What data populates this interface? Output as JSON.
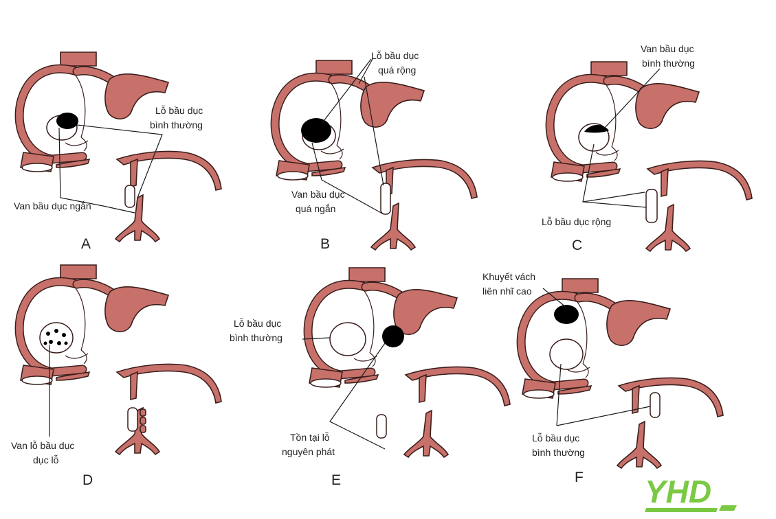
{
  "panels": {
    "A": {
      "letter": "A",
      "label_normal_1": "Lỗ bầu dục",
      "label_normal_2": "bình thường",
      "label_valve": "Van bầu dục ngắn"
    },
    "B": {
      "letter": "B",
      "label_wide_1": "Lỗ bầu dục",
      "label_wide_2": "quá rộng",
      "label_valve_1": "Van bầu dục",
      "label_valve_2": "quá ngắn"
    },
    "C": {
      "letter": "C",
      "label_valve_1": "Van bầu dục",
      "label_valve_2": "bình thường",
      "label_hole": "Lỗ bầu dục rộng"
    },
    "D": {
      "letter": "D",
      "label_1": "Van lỗ bầu dục",
      "label_2": "dục lỗ"
    },
    "E": {
      "letter": "E",
      "label_normal_1": "Lỗ bầu dục",
      "label_normal_2": "bình thường",
      "label_primum_1": "Tồn tại lỗ",
      "label_primum_2": "nguyên phát"
    },
    "F": {
      "letter": "F",
      "label_defect_1": "Khuyết vách",
      "label_defect_2": "liên nhĩ cao",
      "label_normal_1": "Lỗ bầu dục",
      "label_normal_2": "bình thường"
    }
  },
  "logo": {
    "text": "YHD"
  },
  "colors": {
    "tissue": "#c8706a",
    "outline": "#3a1f1c",
    "hole": "#000000",
    "logo": "#7ac943"
  }
}
